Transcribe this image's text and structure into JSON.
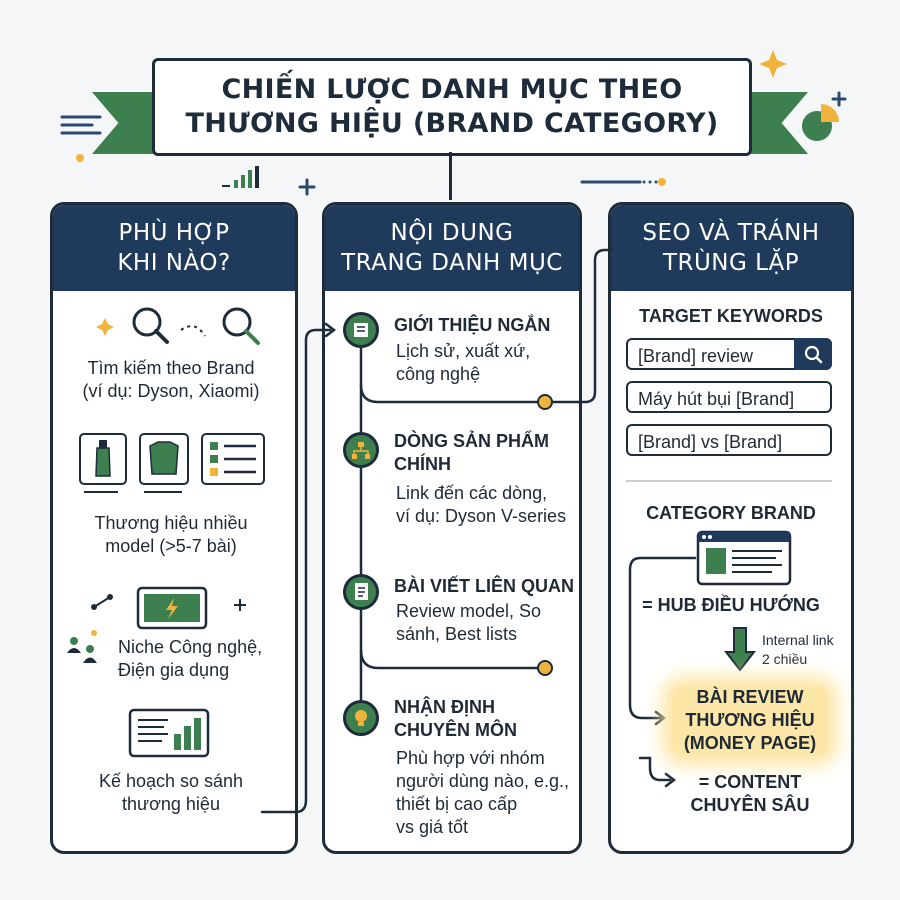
{
  "title": {
    "line1": "CHIẾN LƯỢC DANH MỤC THEO",
    "line2": "THƯƠNG HIỆU (BRAND CATEGORY)"
  },
  "col1": {
    "head1": "PHÙ HỢP",
    "head2": "KHI NÀO?",
    "item1_l1": "Tìm kiếm theo Brand",
    "item1_l2": "(ví dụ: Dyson, Xiaomi)",
    "item2_l1": "Thương hiệu nhiều",
    "item2_l2": "model (>5-7 bài)",
    "item3_l1": "Niche Công nghệ,",
    "item3_l2": "Điện gia dụng",
    "item4_l1": "Kế hoạch so sánh",
    "item4_l2": "thương hiệu"
  },
  "col2": {
    "head1": "NỘI DUNG",
    "head2": "TRANG DANH MỤC",
    "s1_title": "GIỚI THIỆU NGẮN",
    "s1_l1": "Lịch sử, xuất xứ,",
    "s1_l2": "công nghệ",
    "s2_title1": "DÒNG SẢN PHẨM",
    "s2_title2": "CHÍNH",
    "s2_l1": "Link đến các dòng,",
    "s2_l2": "ví dụ: Dyson V-series",
    "s3_title": "BÀI VIẾT LIÊN QUAN",
    "s3_l1": "Review model, So",
    "s3_l2": "sánh, Best lists",
    "s4_title1": "NHẬN ĐỊNH",
    "s4_title2": "CHUYÊN MÔN",
    "s4_l1": "Phù hợp với nhóm",
    "s4_l2": "người dùng nào, e.g.,",
    "s4_l3": "thiết bị cao cấp",
    "s4_l4": "vs giá tốt"
  },
  "col3": {
    "head1": "SEO VÀ TRÁNH",
    "head2": "TRÙNG LẶP",
    "kw_title": "TARGET KEYWORDS",
    "kw1": "[Brand] review",
    "kw2": "Máy hút bụi [Brand]",
    "kw3": "[Brand] vs [Brand]",
    "cat_title": "CATEGORY BRAND",
    "hub": "= HUB ĐIỀU HƯỚNG",
    "internal1": "Internal link",
    "internal2": "2 chiều",
    "money1": "BÀI REVIEW",
    "money2": "THƯƠNG HIỆU",
    "money3": "(MONEY PAGE)",
    "content1": "= CONTENT",
    "content2": "CHUYÊN SÂU"
  },
  "colors": {
    "navy": "#1f3a5a",
    "green": "#3e7f4f",
    "orange": "#f0b43c",
    "highlight": "#fde7a8"
  },
  "icons": [
    "search-icon",
    "bottle-icon",
    "shirt-icon",
    "list-icon",
    "battery-icon",
    "people-icon",
    "chart-icon",
    "document-icon",
    "sitemap-icon",
    "article-icon",
    "lightbulb-icon",
    "browser-icon",
    "arrow-down-icon",
    "sparkle-icon",
    "pie-icon",
    "bar-icon"
  ]
}
